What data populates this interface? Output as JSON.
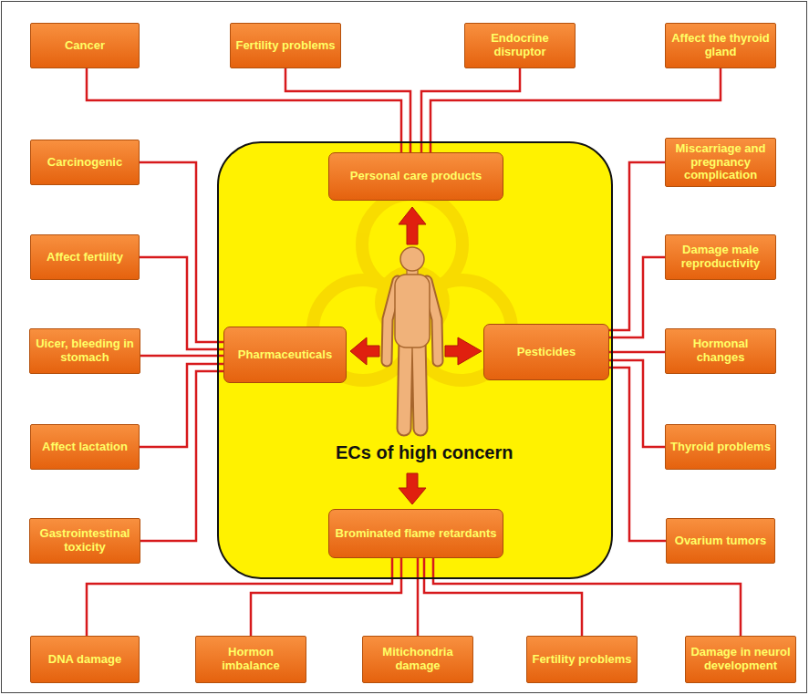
{
  "diagram": {
    "nodes": [
      {
        "text": [
          "Cancer"
        ]
      },
      {
        "text": [
          "Fertility problems"
        ]
      },
      {
        "text": [
          "Endocrine disruptor"
        ]
      },
      {
        "text": [
          "Affect the thyroid gland"
        ]
      },
      {
        "text": [
          "ECs of high concern"
        ]
      },
      {
        "text": [
          "Personal care products"
        ],
        "in": 4
      },
      {
        "text": [
          "Pharmaceuticals"
        ],
        "in": 4
      },
      {
        "text": [
          "Pesticides"
        ],
        "in": 4
      },
      {
        "text": [
          "Brominated flame retardants"
        ],
        "in": 4
      },
      {
        "text": [
          "Carcinogenic"
        ]
      },
      {
        "text": [
          "Affect fertility"
        ]
      },
      {
        "text": [
          "Uicer, bleeding in stomach"
        ]
      },
      {
        "text": [
          "Affect lactation"
        ]
      },
      {
        "text": [
          "Gastrointestinal toxicity"
        ]
      },
      {
        "text": [
          "Miscarriage and pregnancy complication"
        ]
      },
      {
        "text": [
          "Damage male reproductivity"
        ]
      },
      {
        "text": [
          "Hormonal changes"
        ]
      },
      {
        "text": [
          "Thyroid problems"
        ]
      },
      {
        "text": [
          "Ovarium tumors"
        ]
      },
      {
        "text": [
          "DNA damage"
        ]
      },
      {
        "text": [
          "Hormon imbalance"
        ]
      },
      {
        "text": [
          "Mitichondria damage"
        ]
      },
      {
        "text": [
          "Fertility problems"
        ]
      },
      {
        "text": [
          "Damage in neurol development"
        ]
      }
    ],
    "edges": [
      {
        "from": 5,
        "to": 0,
        "arrow": "none"
      },
      {
        "from": 5,
        "to": 1,
        "arrow": "none"
      },
      {
        "from": 5,
        "to": 2,
        "arrow": "none"
      },
      {
        "from": 5,
        "to": 3,
        "arrow": "none"
      },
      {
        "from": 6,
        "to": 9,
        "arrow": "none"
      },
      {
        "from": 6,
        "to": 10,
        "arrow": "none"
      },
      {
        "from": 6,
        "to": 11,
        "arrow": "none"
      },
      {
        "from": 6,
        "to": 12,
        "arrow": "none"
      },
      {
        "from": 6,
        "to": 13,
        "arrow": "none"
      },
      {
        "from": 7,
        "to": 14,
        "arrow": "none"
      },
      {
        "from": 7,
        "to": 15,
        "arrow": "none"
      },
      {
        "from": 7,
        "to": 16,
        "arrow": "none"
      },
      {
        "from": 7,
        "to": 17,
        "arrow": "none"
      },
      {
        "from": 7,
        "to": 18,
        "arrow": "none"
      },
      {
        "from": 8,
        "to": 19,
        "arrow": "none"
      },
      {
        "from": 8,
        "to": 20,
        "arrow": "none"
      },
      {
        "from": 8,
        "to": 21,
        "arrow": "none"
      },
      {
        "from": 8,
        "to": 22,
        "arrow": "none"
      },
      {
        "from": 8,
        "to": 23,
        "arrow": "none"
      }
    ]
  }
}
